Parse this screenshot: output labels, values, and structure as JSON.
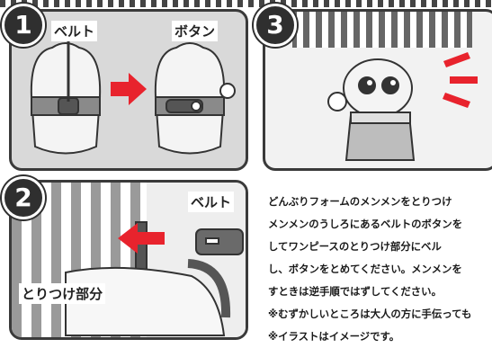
{
  "steps": [
    {
      "number": "1",
      "labels": {
        "belt": "ベルト",
        "button": "ボタン"
      }
    },
    {
      "number": "2",
      "labels": {
        "belt": "ベルト",
        "attachment": "とりつけ部分"
      }
    },
    {
      "number": "3"
    }
  ],
  "instructions": {
    "lines": [
      "どんぶりフォームのメンメンをとりつけ",
      "メンメンのうしろにあるベルトのボタンを",
      "してワンピースのとりつけ部分にベル",
      "し、ボタンをとめてください。メンメンを",
      "すときは逆手順ではずしてください。",
      "※むずかしいところは大人の方に手伝っても",
      "※イラストはイメージです。"
    ]
  },
  "colors": {
    "arrow": "#e8232d",
    "outline": "#3a3a3a"
  }
}
